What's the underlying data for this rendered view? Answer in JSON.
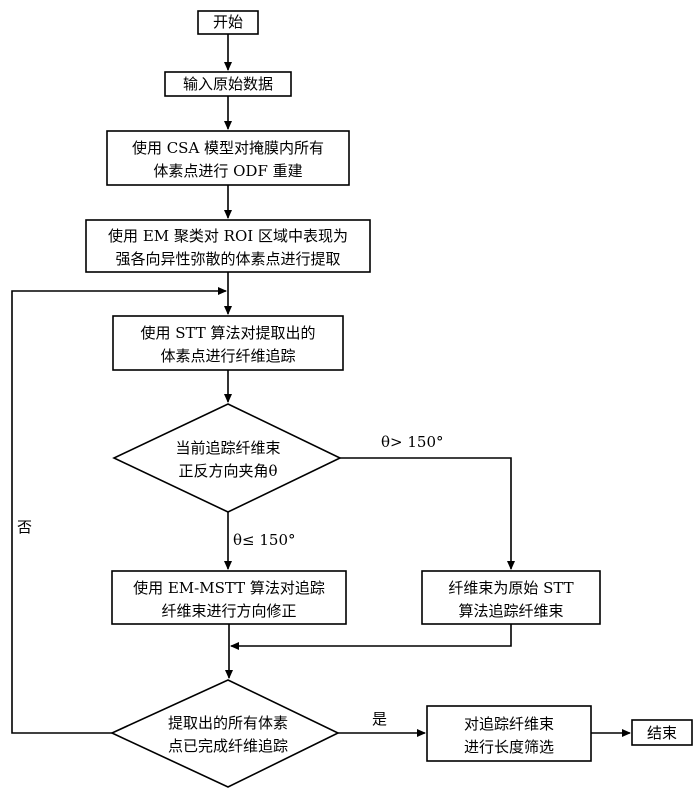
{
  "nodes": {
    "start": "开始",
    "input": "输入原始数据",
    "odf": [
      "使用 CSA 模型对掩膜内所有",
      "体素点进行 ODF 重建"
    ],
    "em": [
      "使用 EM 聚类对 ROI 区域中表现为",
      "强各向异性弥散的体素点进行提取"
    ],
    "stt": [
      "使用 STT 算法对提取出的",
      "体素点进行纤维追踪"
    ],
    "decision_angle": [
      "当前追踪纤维束",
      "正反方向夹角θ"
    ],
    "emmstt": [
      "使用 EM-MSTT 算法对追踪",
      "纤维束进行方向修正"
    ],
    "orig_stt": [
      "纤维束为原始 STT",
      "算法追踪纤维束"
    ],
    "decision_done": [
      "提取出的所有体素",
      "点已完成纤维追踪"
    ],
    "filter": [
      "对追踪纤维束",
      "进行长度筛选"
    ],
    "end": "结束"
  },
  "edge_labels": {
    "gt": "θ> 150°",
    "le": "θ≤ 150°",
    "yes": "是",
    "no": "否"
  }
}
